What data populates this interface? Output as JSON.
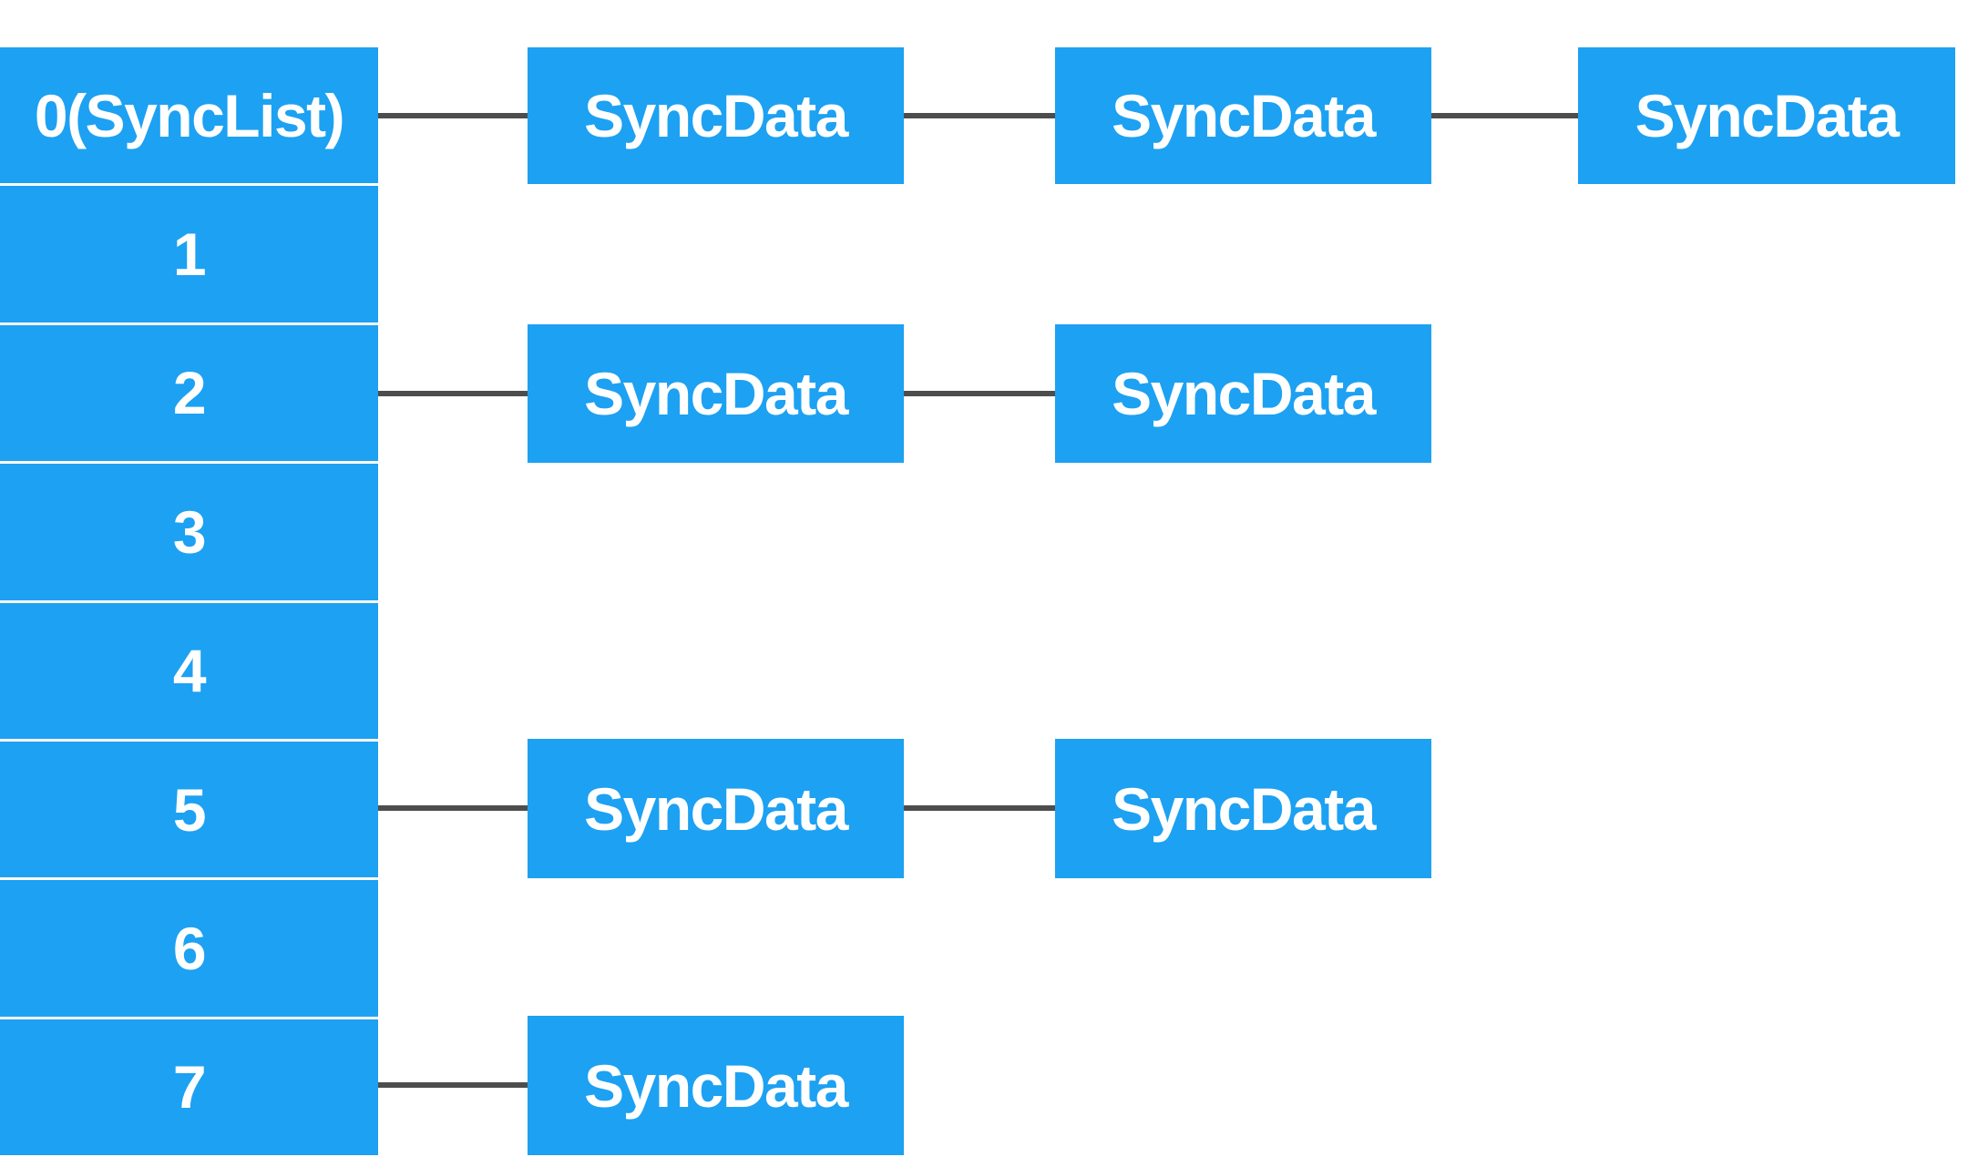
{
  "diagram": {
    "type": "hash-table-separate-chaining",
    "buckets": [
      {
        "index": 0,
        "label": "0(SyncList)"
      },
      {
        "index": 1,
        "label": "1"
      },
      {
        "index": 2,
        "label": "2"
      },
      {
        "index": 3,
        "label": "3"
      },
      {
        "index": 4,
        "label": "4"
      },
      {
        "index": 5,
        "label": "5"
      },
      {
        "index": 6,
        "label": "6"
      },
      {
        "index": 7,
        "label": "7"
      }
    ],
    "chains": [
      {
        "bucket": 0,
        "nodes": [
          "SyncData",
          "SyncData",
          "SyncData"
        ]
      },
      {
        "bucket": 2,
        "nodes": [
          "SyncData",
          "SyncData"
        ]
      },
      {
        "bucket": 5,
        "nodes": [
          "SyncData",
          "SyncData"
        ]
      },
      {
        "bucket": 7,
        "nodes": [
          "SyncData"
        ]
      }
    ],
    "colors": {
      "node_fill": "#1da1f2",
      "connector": "#4d4d4d",
      "label_text": "#ffffff",
      "divider": "#ffffff",
      "background": "#ffffff"
    }
  }
}
